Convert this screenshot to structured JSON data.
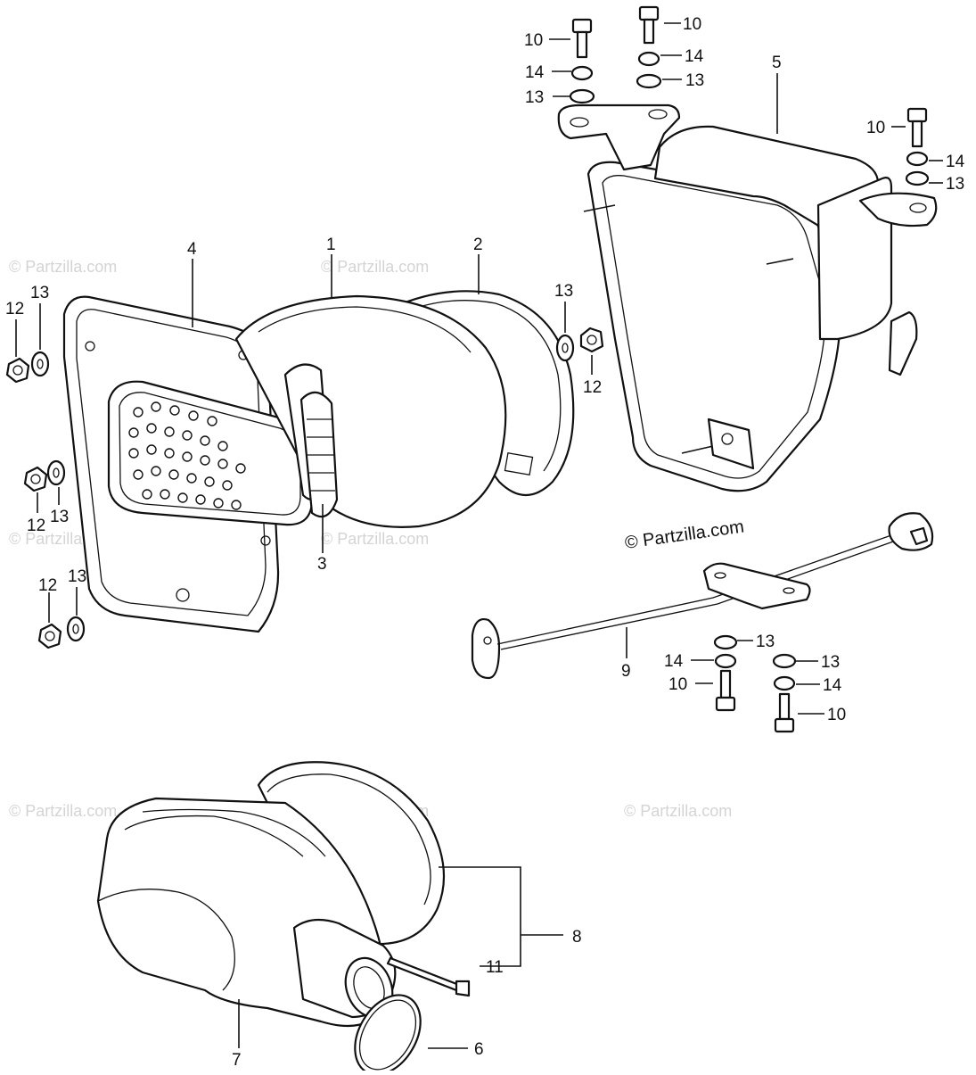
{
  "copyright": "© Partzilla.com",
  "watermark": "© Partzilla.com",
  "callouts": {
    "c1": "1",
    "c2": "2",
    "c3": "3",
    "c4": "4",
    "c5": "5",
    "c6": "6",
    "c7": "7",
    "c8": "8",
    "c9": "9",
    "c10a": "10",
    "c10b": "10",
    "c10c": "10",
    "c10d": "10",
    "c10e": "10",
    "c11": "11",
    "c12a": "12",
    "c12b": "12",
    "c12c": "12",
    "c12d": "12",
    "c13a": "13",
    "c13b": "13",
    "c13c": "13",
    "c13d": "13",
    "c13e": "13",
    "c13f": "13",
    "c13g": "13",
    "c13h": "13",
    "c13i": "13",
    "c14a": "14",
    "c14b": "14",
    "c14c": "14",
    "c14d": "14",
    "c14e": "14"
  },
  "colors": {
    "ink": "#111111",
    "watermark": "#d4d4d4",
    "paper": "#ffffff"
  }
}
